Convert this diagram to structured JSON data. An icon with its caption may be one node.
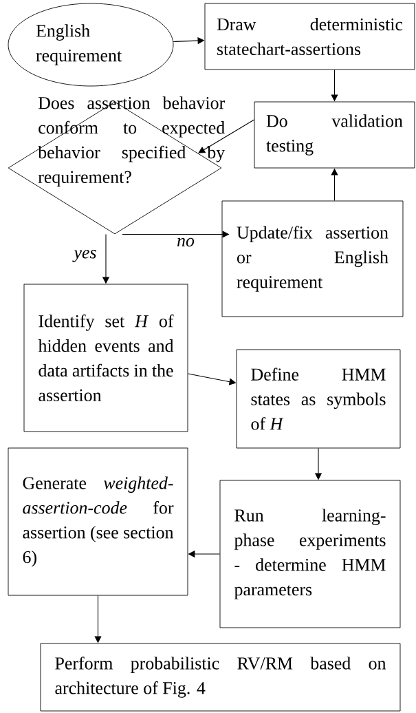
{
  "diagram": {
    "nodes": [
      {
        "text": [
          "English requirement"
        ]
      },
      {
        "text": [
          "Draw deterministic statechart-assertions"
        ]
      },
      {
        "text": [
          "Does assertion behavior conform to expected behavior specified by requirement?"
        ]
      },
      {
        "text": [
          "Do validation testing"
        ]
      },
      {
        "text": [
          "Update/fix assertion or English requirement"
        ]
      },
      {
        "text": [
          "Identify set *H* of hidden events and data artifacts in the assertion"
        ]
      },
      {
        "text": [
          "Define HMM states as symbols of *H*"
        ]
      },
      {
        "text": [
          "Generate *weighted-assertion-code* for assertion (see section 6)"
        ]
      },
      {
        "text": [
          "Run learning-phase experiments - determine HMM parameters"
        ]
      },
      {
        "text": [
          "Perform probabilistic RV/RM based on architecture of Fig. 4"
        ]
      }
    ],
    "edges": [
      {
        "from": 0,
        "to": 1,
        "arrow": "to"
      },
      {
        "from": 1,
        "to": 3,
        "arrow": "to"
      },
      {
        "from": 3,
        "to": 2,
        "arrow": "to"
      },
      {
        "from": 2,
        "to": 4,
        "arrow": "to",
        "label": "no"
      },
      {
        "from": 2,
        "to": 5,
        "arrow": "to",
        "label": "yes"
      },
      {
        "from": 4,
        "to": 3,
        "arrow": "to"
      },
      {
        "from": 5,
        "to": 6,
        "arrow": "to"
      },
      {
        "from": 6,
        "to": 8,
        "arrow": "to"
      },
      {
        "from": 8,
        "to": 7,
        "arrow": "to"
      },
      {
        "from": 7,
        "to": 9,
        "arrow": "to"
      }
    ]
  }
}
